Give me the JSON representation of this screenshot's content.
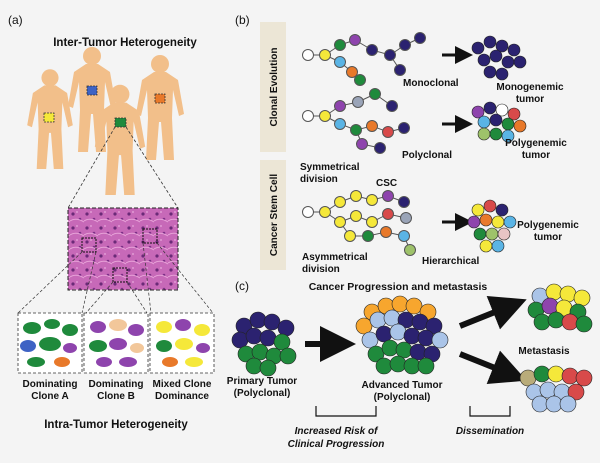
{
  "panel_a": {
    "label": "(a)",
    "inter_title": "Inter-Tumor Heterogeneity",
    "intra_title": "Intra-Tumor Heterogeneity",
    "clones": [
      {
        "line1": "Dominating",
        "line2": "Clone A"
      },
      {
        "line1": "Dominating",
        "line2": "Clone B"
      },
      {
        "line1": "Mixed Clone",
        "line2": "Dominance"
      }
    ]
  },
  "panel_b": {
    "label": "(b)",
    "side_clonal": "Clonal Evolution",
    "side_csc": "Cancer Stem Cell",
    "monoclonal": "Monoclonal",
    "monogenic_1": "Monogenemic",
    "monogenic_2": "tumor",
    "polyclonal": "Polyclonal",
    "polygenic_1": "Polygenemic",
    "polygenic_2": "tumor",
    "sym_1": "Symmetrical",
    "sym_2": "division",
    "csc": "CSC",
    "asym_1": "Asymmetrical",
    "asym_2": "division",
    "hierarchical": "Hierarchical",
    "polygenic3_1": "Polygenemic",
    "polygenic3_2": "tumor"
  },
  "panel_c": {
    "label": "(c)",
    "title": "Cancer Progression and metastasis",
    "primary_1": "Primary Tumor",
    "primary_2": "(Polyclonal)",
    "advanced_1": "Advanced Tumor",
    "advanced_2": "(Polyclonal)",
    "metastasis": "Metastasis",
    "risk_1": "Increased Risk of",
    "risk_2": "Clinical Progression",
    "dissemination": "Dissemination"
  },
  "colors": {
    "body": "#f2bf8a",
    "tissue": "#c266b5",
    "navy": "#2b2270",
    "green": "#1f8a3c",
    "panel_bg": "#ece6d6"
  }
}
